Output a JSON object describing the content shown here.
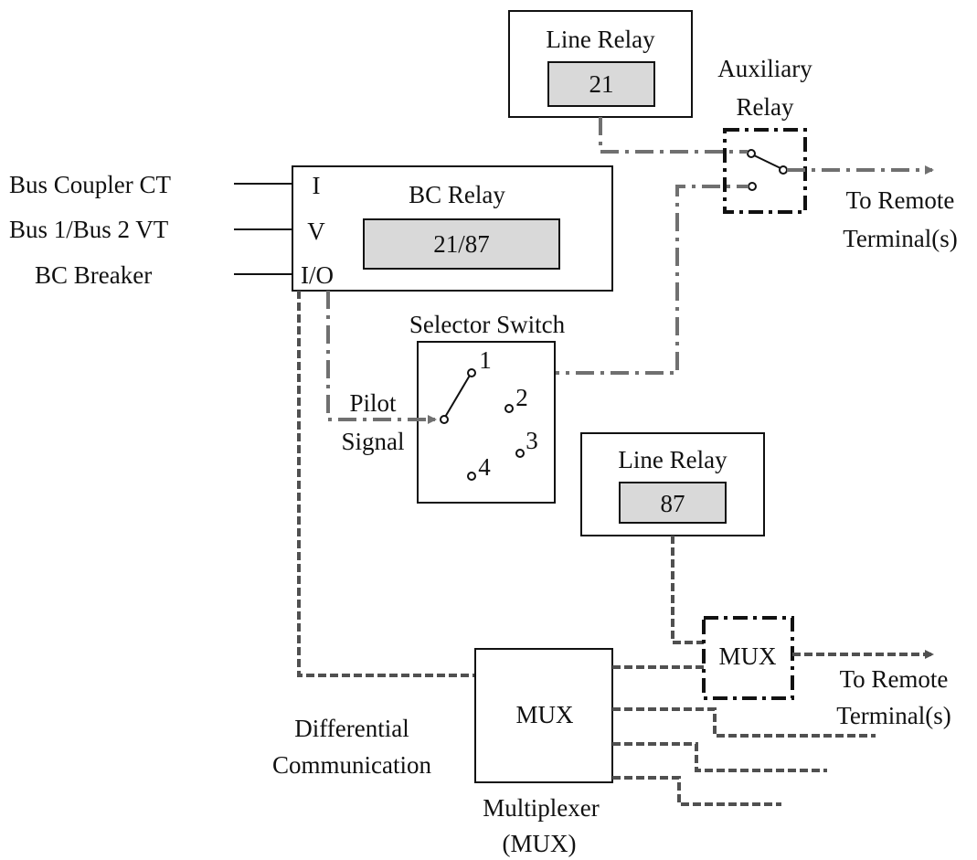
{
  "line_relay_top": {
    "title": "Line Relay",
    "code": "21"
  },
  "auxiliary_relay": {
    "line1": "Auxiliary",
    "line2": "Relay"
  },
  "remote_top": {
    "line1": "To Remote",
    "line2": "Terminal(s)"
  },
  "inputs": {
    "bus_coupler_ct": "Bus Coupler CT",
    "bus_vt": "Bus 1/Bus 2 VT",
    "bc_breaker": "BC Breaker"
  },
  "bc_relay": {
    "title": "BC Relay",
    "code": "21/87",
    "port_i": "I",
    "port_v": "V",
    "port_io": "I/O"
  },
  "selector_switch": {
    "title": "Selector Switch",
    "pos1": "1",
    "pos2": "2",
    "pos3": "3",
    "pos4": "4"
  },
  "pilot_signal": {
    "line1": "Pilot",
    "line2": "Signal"
  },
  "line_relay_bottom": {
    "title": "Line Relay",
    "code": "87"
  },
  "mux_small": {
    "label": "MUX"
  },
  "remote_bottom": {
    "line1": "To Remote",
    "line2": "Terminal(s)"
  },
  "differential": {
    "line1": "Differential",
    "line2": "Communication"
  },
  "mux_main": {
    "label": "MUX"
  },
  "multiplexer": {
    "line1": "Multiplexer",
    "line2": "(MUX)"
  }
}
